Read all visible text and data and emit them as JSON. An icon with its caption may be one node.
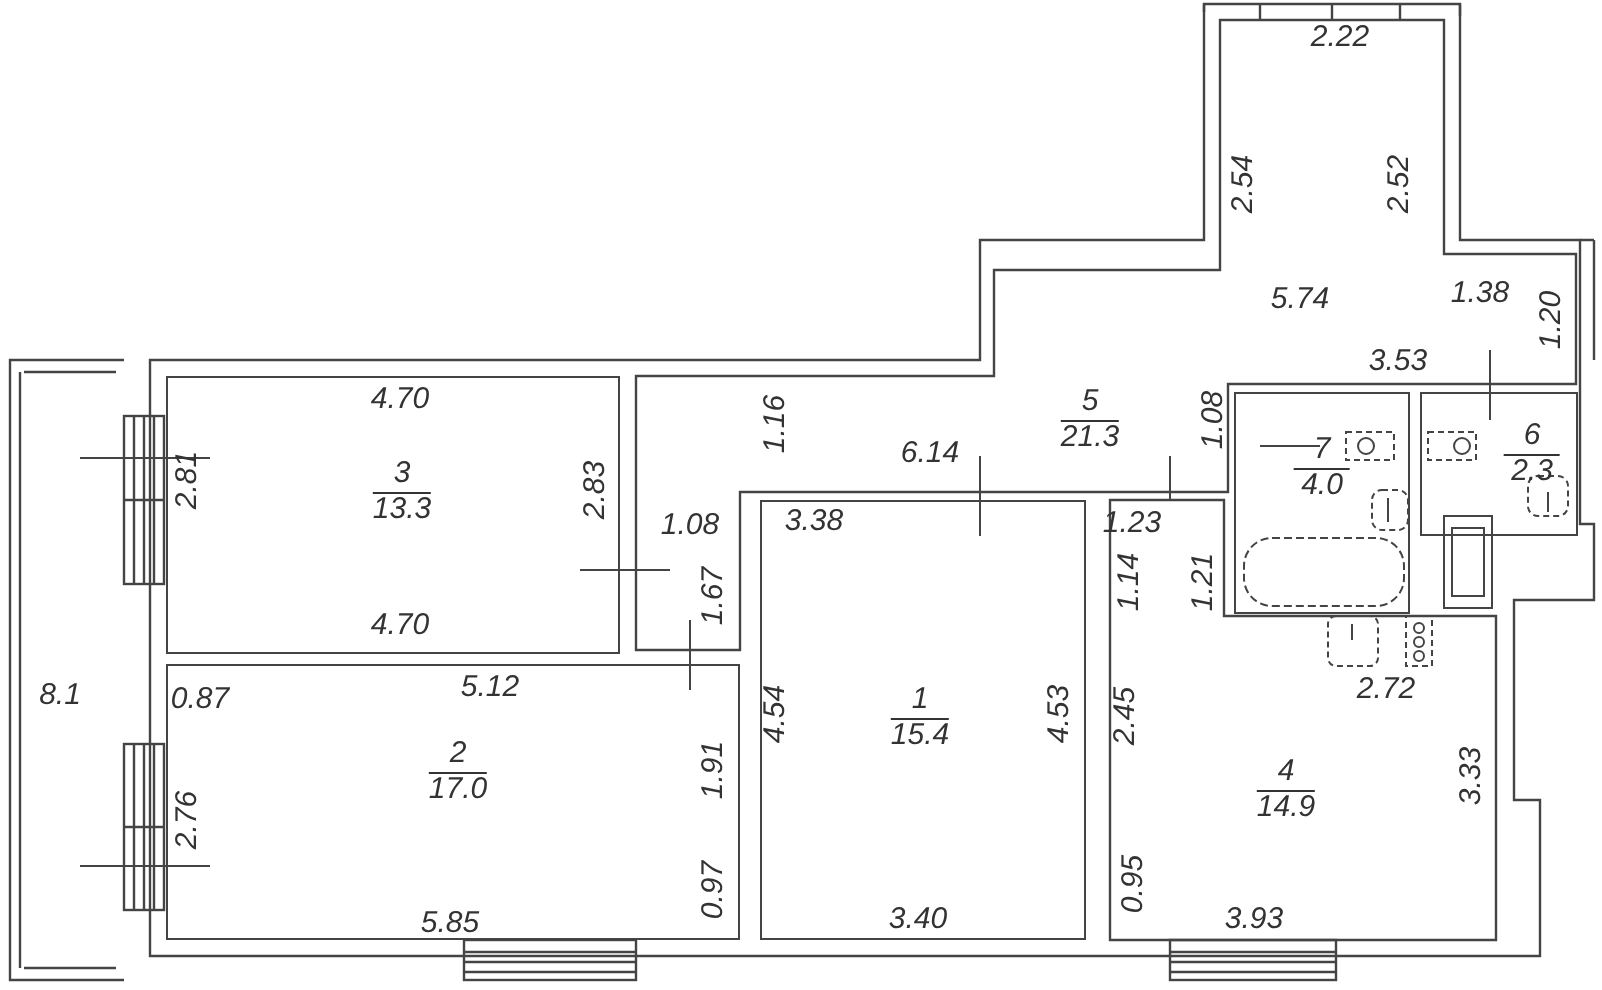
{
  "diagram": {
    "nodes": [
      {
        "text": [
          "1",
          "15.4"
        ]
      },
      {
        "text": [
          "2",
          "17.0"
        ]
      },
      {
        "text": [
          "3",
          "13.3"
        ]
      },
      {
        "text": [
          "4",
          "14.9"
        ]
      },
      {
        "text": [
          "5",
          "21.3"
        ]
      },
      {
        "text": [
          "6",
          "2.3"
        ]
      },
      {
        "text": [
          "7",
          "4.0"
        ]
      }
    ],
    "labels": [
      "2.22",
      "2.54",
      "2.52",
      "5.74",
      "1.38",
      "1.20",
      "3.53",
      "4.70",
      "1.16",
      "1.08",
      "6.14",
      "2.81",
      "2.83",
      "1.08",
      "3.38",
      "1.23",
      "1.67",
      "1.14",
      "1.21",
      "4.70",
      "8.1",
      "0.87",
      "5.12",
      "4.54",
      "4.53",
      "2.72",
      "2.45",
      "1.91",
      "3.33",
      "2.76",
      "0.97",
      "0.95",
      "5.85",
      "3.40",
      "3.93"
    ]
  }
}
